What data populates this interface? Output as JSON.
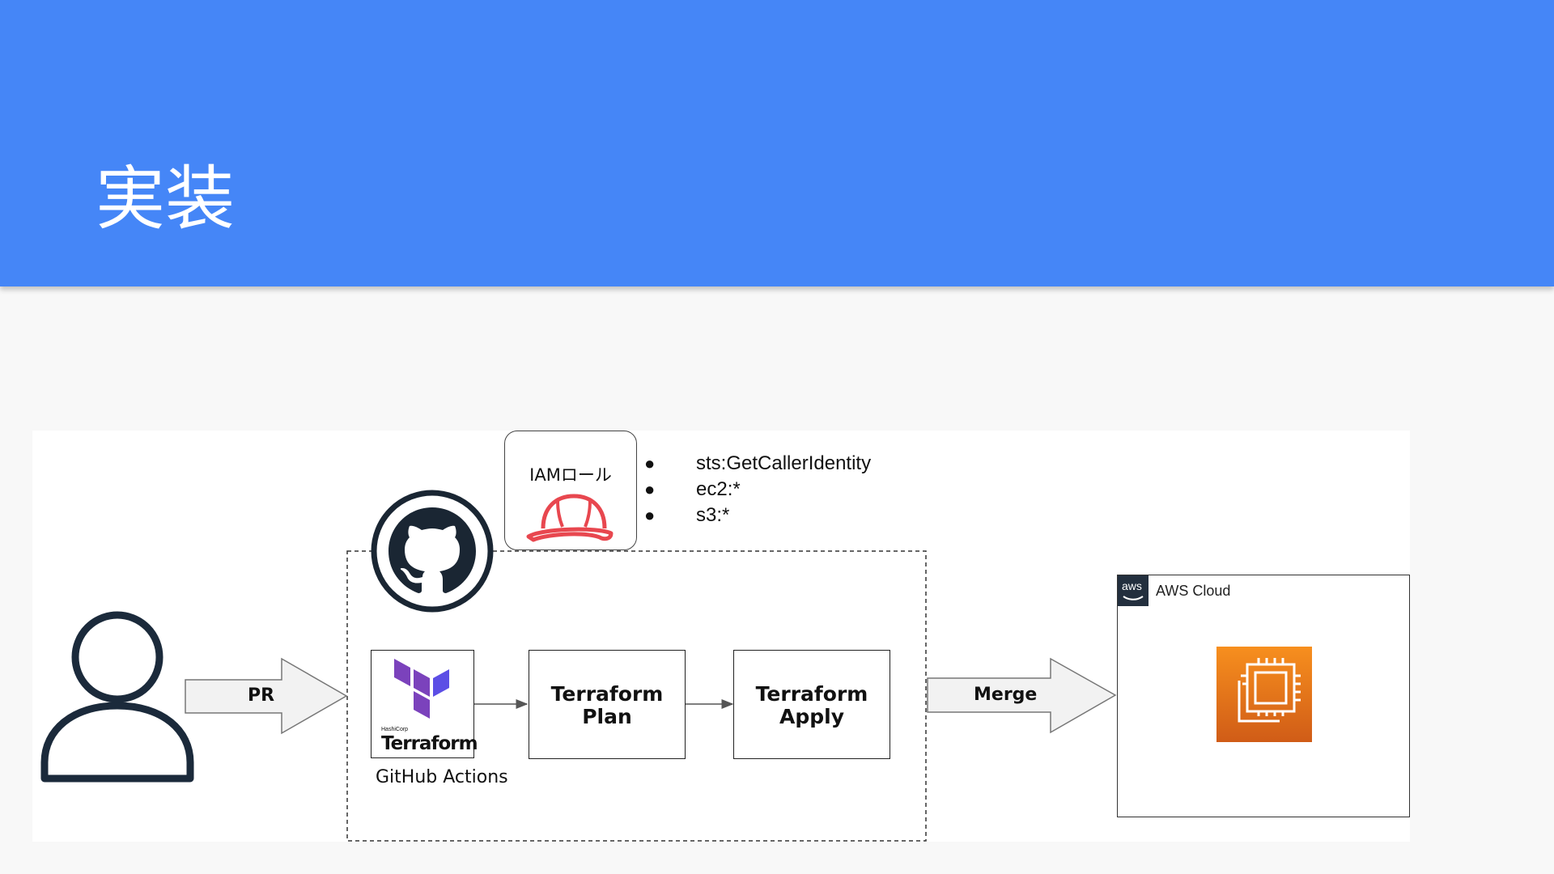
{
  "slide": {
    "title": "実装"
  },
  "diagram": {
    "pr_label": "PR",
    "merge_label": "Merge",
    "github_actions_label": "GitHub Actions",
    "terraform_logo_small": "HashiCorp",
    "terraform_logo_text": "Terraform",
    "plan_box": {
      "line1": "Terraform",
      "line2": "Plan"
    },
    "apply_box": {
      "line1": "Terraform",
      "line2": "Apply"
    },
    "iam_role_label": "IAMロール",
    "permissions": [
      "sts:GetCallerIdentity",
      "ec2:*",
      "s3:*"
    ],
    "aws_badge": "aws",
    "aws_cloud_label": "AWS Cloud"
  },
  "colors": {
    "header": "#4586f7",
    "terraform_purple": "#7b42bc",
    "iam_red": "#e8474f",
    "ec2_orange_top": "#f78f1e",
    "ec2_orange_bottom": "#d05c17",
    "github_dark": "#1a2633"
  }
}
